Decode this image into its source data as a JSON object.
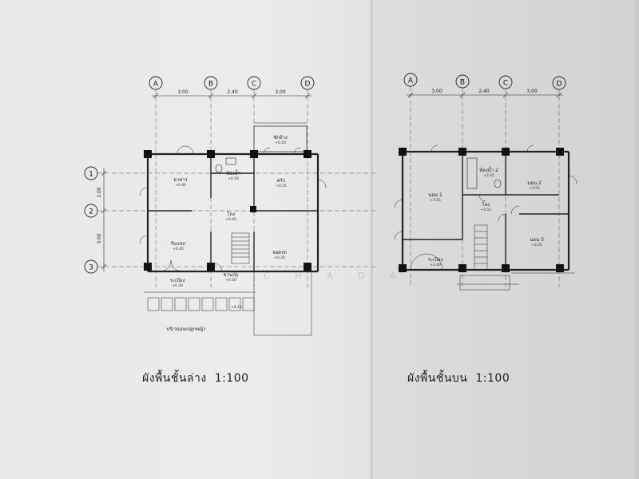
{
  "ground_floor": {
    "caption": "ผังพื้นชั้นล่าง",
    "scale": "1:100",
    "grid_columns": [
      "A",
      "B",
      "C",
      "D"
    ],
    "grid_rows": [
      "1",
      "2",
      "3"
    ],
    "column_spacings": [
      "3.00",
      "2.40",
      "3.00"
    ],
    "row_spacings": [
      "2.00",
      "3.00"
    ],
    "rooms": {
      "terrace": {
        "name": "ชักล้าง",
        "level": "+0.20"
      },
      "dining": {
        "name": "อาหาร",
        "level": "+0.40"
      },
      "bath": {
        "name": "ห้องน้ำ",
        "level": "+0.30"
      },
      "kitchen": {
        "name": "ครัว",
        "level": "+0.35"
      },
      "hall": {
        "name": "โถง",
        "level": "+0.40"
      },
      "living": {
        "name": "รับแขก",
        "level": "+0.40"
      },
      "parking": {
        "name": "จอดรถ",
        "level": "+0.30"
      },
      "porch": {
        "name": "ชานพัก",
        "level": "+0.40"
      },
      "veranda": {
        "name": "ระเบียง",
        "level": "+0.30"
      }
    },
    "garden_note": "บริเวณถมปลูกหญ้า",
    "small_level": "+0.15"
  },
  "upper_floor": {
    "caption": "ผังพื้นชั้นบน",
    "scale": "1:100",
    "grid_columns": [
      "A",
      "B",
      "C",
      "D"
    ],
    "column_spacings": [
      "3.00",
      "2.40",
      "3.00"
    ],
    "rooms": {
      "bed1": {
        "name": "นอน 1",
        "level": "+3.55"
      },
      "bath2": {
        "name": "ห้องน้ำ 2",
        "level": "+3.45"
      },
      "bed2": {
        "name": "นอน 2",
        "level": "+3.55"
      },
      "hall": {
        "name": "โถง",
        "level": "+3.55"
      },
      "bed3": {
        "name": "นอน 3",
        "level": "+3.55"
      },
      "balcony": {
        "name": "ระเบียง",
        "level": "+3.40"
      }
    }
  },
  "watermark": "N C H A D A"
}
